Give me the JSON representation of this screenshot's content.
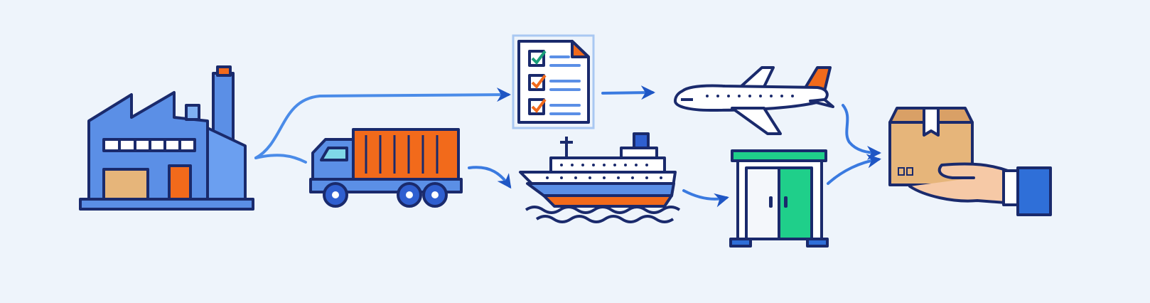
{
  "diagram": {
    "nodes": [
      {
        "id": "factory",
        "icon": "factory-icon"
      },
      {
        "id": "truck",
        "icon": "container-truck-icon"
      },
      {
        "id": "document",
        "icon": "checklist-document-icon"
      },
      {
        "id": "ship",
        "icon": "cargo-ship-icon"
      },
      {
        "id": "plane",
        "icon": "airplane-icon"
      },
      {
        "id": "warehouse",
        "icon": "warehouse-icon"
      },
      {
        "id": "delivery",
        "icon": "hand-holding-package-icon"
      }
    ],
    "edges": [
      {
        "from": "factory",
        "to": "document"
      },
      {
        "from": "factory",
        "to": "truck"
      },
      {
        "from": "document",
        "to": "plane"
      },
      {
        "from": "truck",
        "to": "ship"
      },
      {
        "from": "plane",
        "to": "delivery"
      },
      {
        "from": "ship",
        "to": "warehouse"
      },
      {
        "from": "warehouse",
        "to": "delivery"
      }
    ]
  },
  "colors": {
    "background": "#eef4fb",
    "blue": "#5b8fe6",
    "outline": "#1a2a6c",
    "orange": "#f26a1b",
    "green": "#1fcf8a",
    "cardboard": "#e6b57a",
    "arrow": "#2f6fd8"
  }
}
